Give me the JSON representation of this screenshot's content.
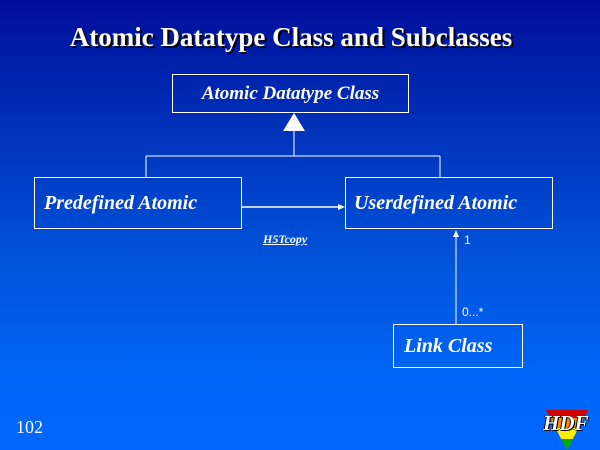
{
  "slide": {
    "title": "Atomic Datatype Class and Subclasses",
    "page_number": "102"
  },
  "diagram": {
    "nodes": {
      "parent": {
        "label": "Atomic Datatype Class"
      },
      "predefined": {
        "label": "Predefined Atomic"
      },
      "userdefined": {
        "label": "Userdefined Atomic"
      },
      "link": {
        "label": "Link Class"
      }
    },
    "edges": {
      "generalization": {
        "from": [
          "predefined",
          "userdefined"
        ],
        "to": "parent",
        "type": "inheritance"
      },
      "copy": {
        "from": "predefined",
        "to": "userdefined",
        "label": "H5Tcopy"
      },
      "association": {
        "from": "link",
        "to": "userdefined",
        "target_multiplicity": "1",
        "source_multiplicity": "0...*"
      }
    }
  },
  "logo": {
    "text": "HDF",
    "colors": [
      "#cc0000",
      "#ff8800",
      "#ffee00",
      "#00aa00"
    ]
  }
}
